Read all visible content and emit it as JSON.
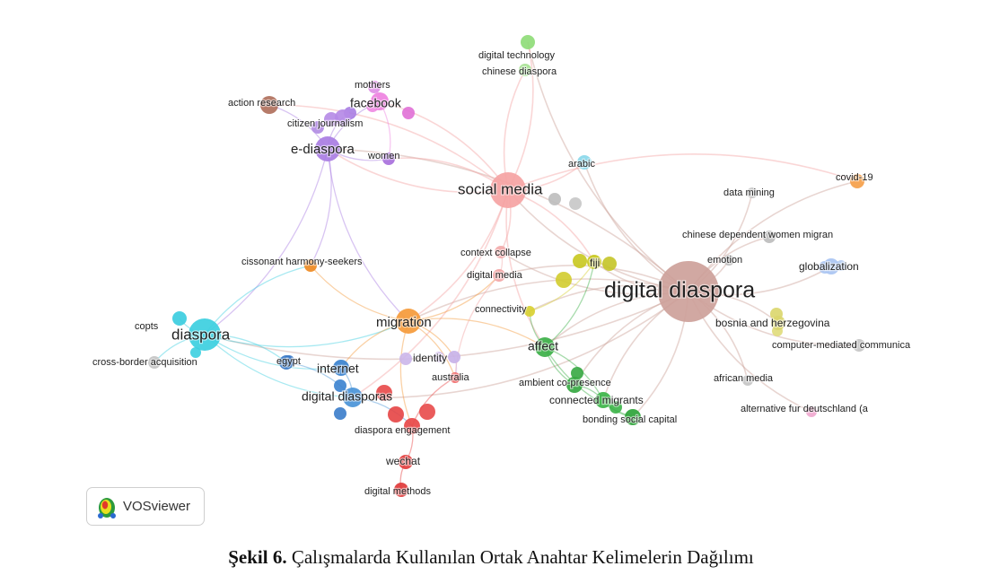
{
  "nodes": [
    {
      "id": "digital_diaspora",
      "label": "digital diaspora",
      "color": "#cda19a"
    },
    {
      "id": "social_media",
      "label": "social media",
      "color": "#f5a3a3"
    },
    {
      "id": "diaspora",
      "label": "diaspora",
      "color": "#3ccfe0"
    },
    {
      "id": "migration",
      "label": "migration",
      "color": "#f59a3a"
    },
    {
      "id": "e_diaspora",
      "label": "e-diaspora",
      "color": "#a97de3"
    },
    {
      "id": "digital_diasporas",
      "label": "digital diasporas",
      "color": "#4a94d8"
    },
    {
      "id": "affect",
      "label": "affect",
      "color": "#3cb048"
    },
    {
      "id": "internet",
      "label": "internet",
      "color": "#3a82cf"
    },
    {
      "id": "facebook",
      "label": "facebook",
      "color": "#ee82e0"
    },
    {
      "id": "globalization",
      "label": "globalization",
      "color": "#a9c4f2"
    },
    {
      "id": "fiji",
      "label": "fiji",
      "color": "#c8c81e"
    },
    {
      "id": "bosnia",
      "label": "bosnia and herzegovina",
      "color": "#dad66c"
    },
    {
      "id": "covid",
      "label": "covid-19",
      "color": "#f5a04a"
    },
    {
      "id": "digital_technology",
      "label": "digital technology",
      "color": "#8fdc78"
    },
    {
      "id": "chinese_diaspora",
      "label": "chinese diaspora",
      "color": "#a6e292"
    },
    {
      "id": "arabic",
      "label": "arabic",
      "color": "#8ad8ea"
    },
    {
      "id": "data_mining",
      "label": "data mining",
      "color": "#c4c4c4"
    },
    {
      "id": "chinese_women",
      "label": "chinese dependent women migran",
      "color": "#bdbdbd"
    },
    {
      "id": "emotion",
      "label": "emotion",
      "color": "#b9b9b9"
    },
    {
      "id": "cmc",
      "label": "computer-mediated communica",
      "color": "#c6c6c6"
    },
    {
      "id": "african_media",
      "label": "african media",
      "color": "#c4c4c4"
    },
    {
      "id": "afd",
      "label": "alternative fur deutschland (a",
      "color": "#f0a8cf"
    },
    {
      "id": "context_collapse",
      "label": "context collapse",
      "color": "#f2aaaa"
    },
    {
      "id": "digital_media",
      "label": "digital media",
      "color": "#f2a5a5"
    },
    {
      "id": "connectivity",
      "label": "connectivity",
      "color": "#d8d032"
    },
    {
      "id": "ambient",
      "label": "ambient co-presence",
      "color": "#36a842"
    },
    {
      "id": "connected_migrants",
      "label": "connected migrants",
      "color": "#3cb448"
    },
    {
      "id": "bonding",
      "label": "bonding social capital",
      "color": "#2ea43a"
    },
    {
      "id": "identity",
      "label": "identity",
      "color": "#c8b2e8"
    },
    {
      "id": "australia",
      "label": "australia",
      "color": "#f06a6a"
    },
    {
      "id": "diaspora_engagement",
      "label": "diaspora engagement",
      "color": "#e84848"
    },
    {
      "id": "wechat",
      "label": "wechat",
      "color": "#e23c3c"
    },
    {
      "id": "digital_methods",
      "label": "digital methods",
      "color": "#e03a3a"
    },
    {
      "id": "egypt",
      "label": "egypt",
      "color": "#3a78c6"
    },
    {
      "id": "copts",
      "label": "copts",
      "color": "#3ccde0"
    },
    {
      "id": "cross_border",
      "label": "cross-border acquisition",
      "color": "#c4c4c4"
    },
    {
      "id": "cissonant",
      "label": "cissonant harmony-seekers",
      "color": "#ef8a22"
    },
    {
      "id": "action_research",
      "label": "action research",
      "color": "#b0705c"
    },
    {
      "id": "citizen_journalism",
      "label": "citizen journalism",
      "color": "#b58ae6"
    },
    {
      "id": "mothers",
      "label": "mothers",
      "color": "#e090e6"
    },
    {
      "id": "women",
      "label": "women",
      "color": "#a870dc"
    }
  ],
  "badge": {
    "label": "VOSviewer"
  },
  "caption": {
    "bold": "Şekil 6.",
    "text": "Çalışmalarda Kullanılan Ortak Anahtar Kelimelerin Dağılımı"
  }
}
